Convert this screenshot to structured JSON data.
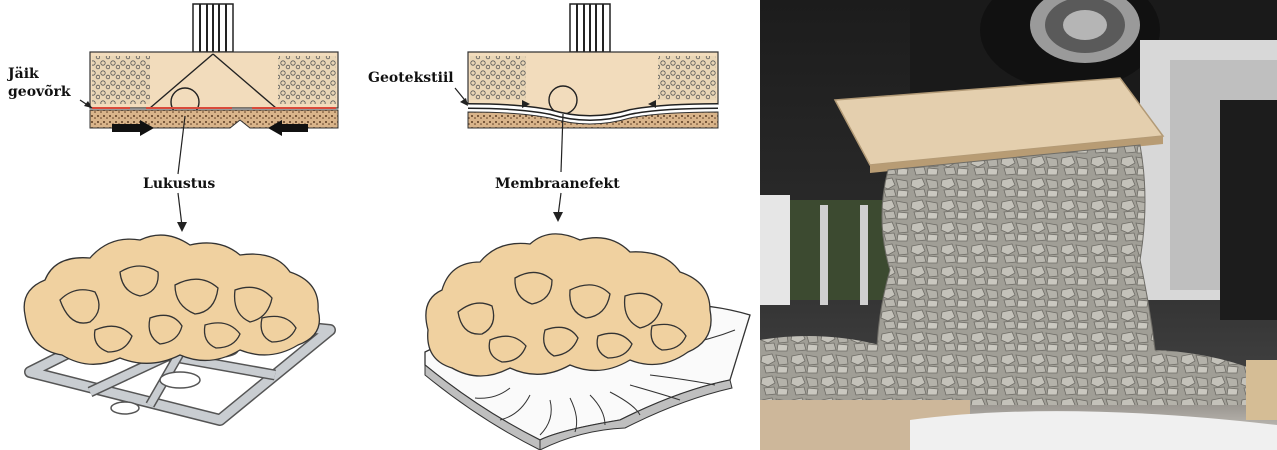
{
  "labels": {
    "geogrid_line1": "Jäik",
    "geogrid_line2": "geovõrk",
    "interlock": "Lukustus",
    "geotextile": "Geotekstiil",
    "membrane": "Membraanefekt"
  },
  "colors": {
    "soil": "#f2dcbc",
    "aggregate_fill": "#f0d1a0",
    "grid_red": "#d94a3a",
    "subgrade": "#8a5a3a",
    "geogrid_gray": "#bfc3c7",
    "photo_bg": "#2f2f2f",
    "board": "#e4cfae",
    "rock": "#8c8a82"
  }
}
